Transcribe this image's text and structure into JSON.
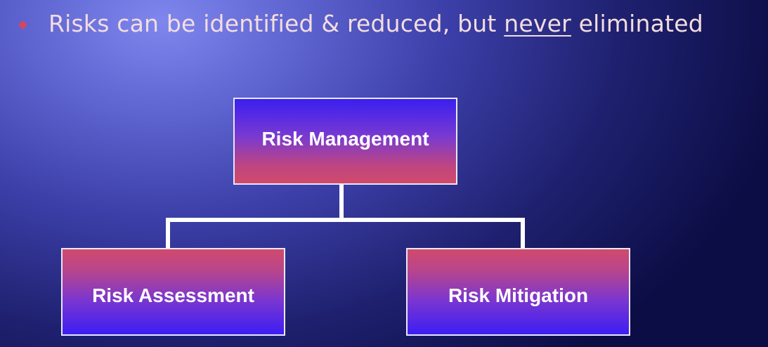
{
  "bullet": {
    "text_before": "Risks can be identified & reduced, but ",
    "text_emphasis": "never",
    "text_after": " eliminated"
  },
  "diagram": {
    "root": {
      "label": "Risk Management"
    },
    "children": [
      {
        "label": "Risk Assessment"
      },
      {
        "label": "Risk Mitigation"
      }
    ]
  },
  "colors": {
    "background_light": "#7f87ee",
    "background_dark": "#0c0d45",
    "box_blue": "#3a1ff0",
    "box_pink": "#d04a6c",
    "bullet_marker": "#d8465a",
    "connector": "#ffffff",
    "bullet_text": "#f3dde0"
  }
}
